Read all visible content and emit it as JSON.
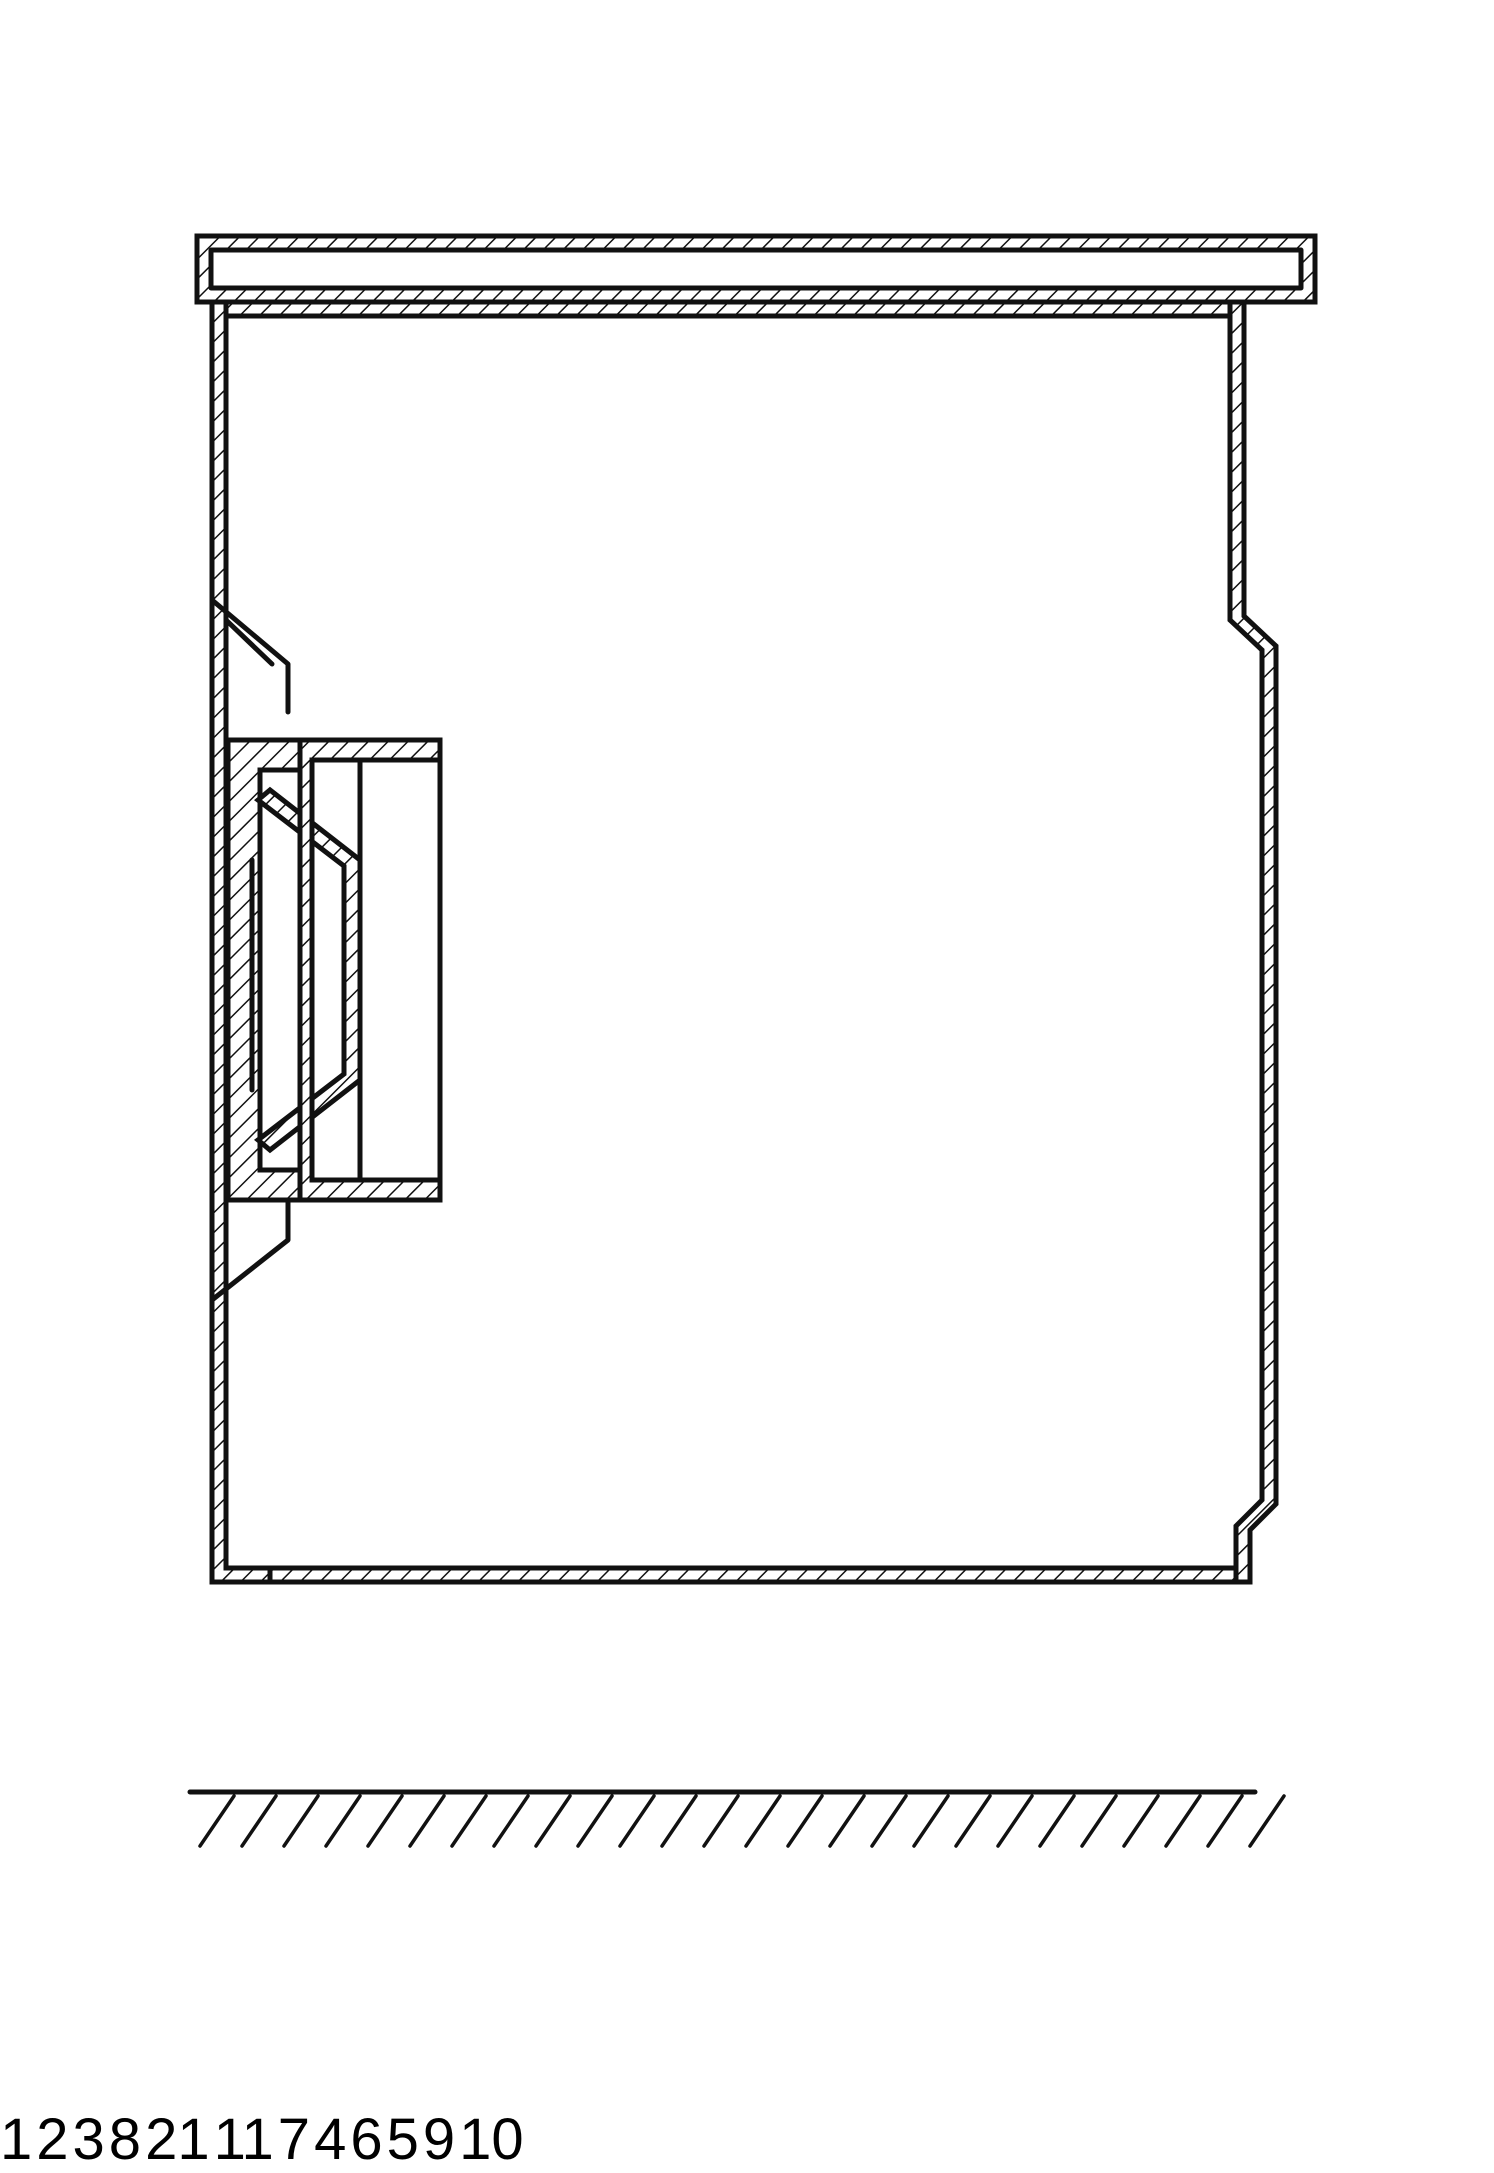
{
  "labels": {
    "l1": "1",
    "l2": "2",
    "l3": "3",
    "l4": "4",
    "l5": "5",
    "l6": "6",
    "l7": "7",
    "l8": "8",
    "l9": "9",
    "l10": "10",
    "l11": "11",
    "l21": "21"
  },
  "colors": {
    "ink": "#111111",
    "paper": "#ffffff"
  }
}
